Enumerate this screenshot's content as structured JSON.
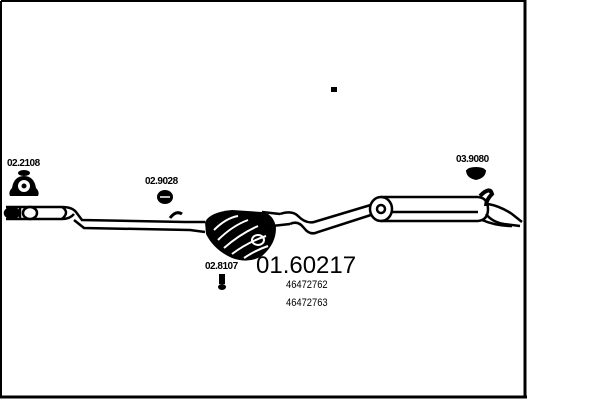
{
  "diagram": {
    "type": "exhaust-system-parts-diagram",
    "main_part_number": "01.60217",
    "oe_numbers": [
      "46472762",
      "46472763"
    ],
    "components": [
      {
        "id": "front-pipe",
        "label": ""
      },
      {
        "id": "catalytic-converter",
        "label": ""
      },
      {
        "id": "middle-pipe",
        "label": ""
      },
      {
        "id": "rear-silencer",
        "label": ""
      }
    ],
    "accessories": [
      {
        "id": "accessory-front-hanger",
        "label": "02.2108",
        "icon": "rubber-mount-icon"
      },
      {
        "id": "accessory-middle-hanger",
        "label": "02.9028",
        "icon": "rubber-ring-icon"
      },
      {
        "id": "accessory-rear-hanger",
        "label": "03.9080",
        "icon": "rubber-mount-icon"
      },
      {
        "id": "accessory-bolt",
        "label": "02.8107",
        "icon": "bolt-icon"
      }
    ],
    "colors": {
      "ink": "#000000",
      "background": "#ffffff"
    }
  }
}
